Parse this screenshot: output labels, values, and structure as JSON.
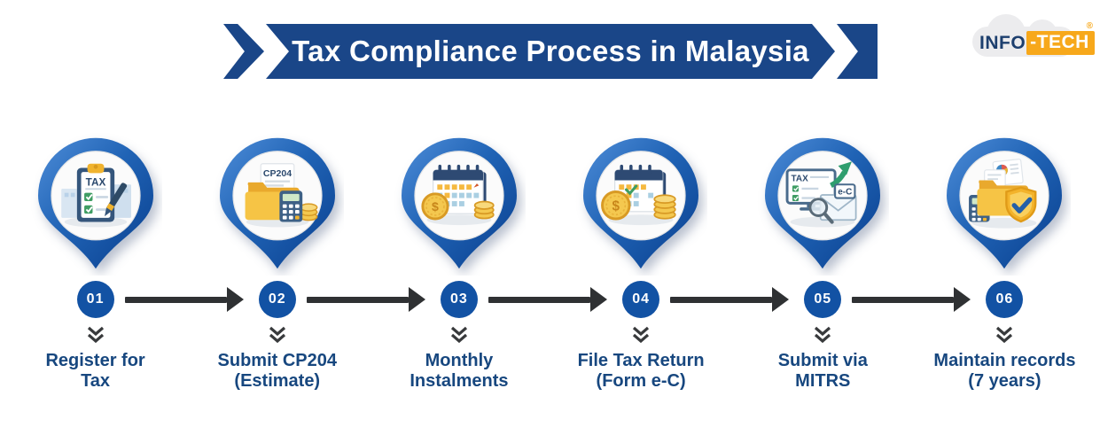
{
  "title": "Tax Compliance Process in Malaysia",
  "logo": {
    "part_info": "INFO",
    "part_tech": "-TECH",
    "registered_mark": "®"
  },
  "colors": {
    "banner_blue": "#1a4688",
    "badge_blue": "#1252a4",
    "pin_blue_light": "#4e8dd8",
    "pin_blue_dark": "#093f8e",
    "label_navy": "#17477f",
    "arrow_dark": "#2f3133",
    "logo_orange": "#f7a81b",
    "logo_navy": "#1d3f6e"
  },
  "steps": [
    {
      "number": "01",
      "label_line1": "Register for",
      "label_line2": "Tax",
      "icon": "tax-clipboard-icon",
      "icon_text": "TAX"
    },
    {
      "number": "02",
      "label_line1": "Submit CP204",
      "label_line2": "(Estimate)",
      "icon": "cp204-folder-calculator-icon",
      "icon_text": "CP204"
    },
    {
      "number": "03",
      "label_line1": "Monthly",
      "label_line2": "Instalments",
      "icon": "calendar-coin-icon",
      "icon_text": "$"
    },
    {
      "number": "04",
      "label_line1": "File Tax Return",
      "label_line2": "(Form e-C)",
      "icon": "calendar-coins-icon",
      "icon_text": "$"
    },
    {
      "number": "05",
      "label_line1": "Submit via",
      "label_line2": "MITRS",
      "icon": "tax-screen-envelope-icon",
      "icon_text": "TAX",
      "icon_text2": "e-C"
    },
    {
      "number": "06",
      "label_line1": "Maintain records",
      "label_line2": "(7 years)",
      "icon": "records-folder-shield-icon"
    }
  ]
}
